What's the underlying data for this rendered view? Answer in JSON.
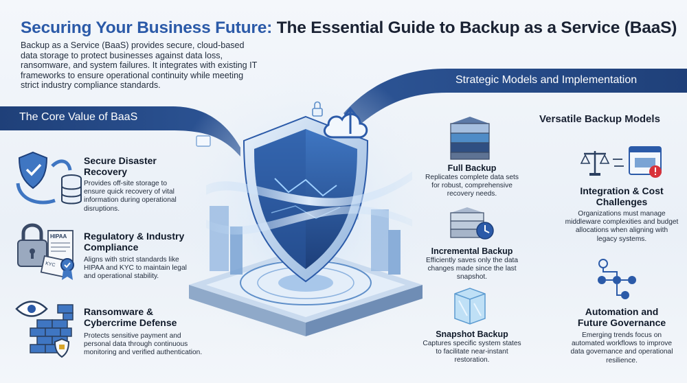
{
  "title": {
    "part1": "Securing Your Business Future:",
    "part2": "The Essential Guide to Backup as a Service (BaaS)"
  },
  "intro": "Backup as a Service (BaaS) provides secure, cloud-based data storage to protect businesses against data loss, ransomware, and system failures. It integrates with existing IT frameworks to ensure operational continuity while meeting strict industry compliance standards.",
  "bands": {
    "left_label": "The Core Value of BaaS",
    "right_label": "Strategic Models and Implementation"
  },
  "core_values": [
    {
      "icon": "shield-database-icon",
      "title": "Secure Disaster Recovery",
      "desc": "Provides off-site storage to ensure quick recovery of vital information during operational disruptions."
    },
    {
      "icon": "lock-certificate-icon",
      "title": "Regulatory & Industry Compliance",
      "desc": "Aligns with strict standards like HIPAA and KYC to maintain legal and operational stability."
    },
    {
      "icon": "firewall-eye-icon",
      "title": "Ransomware & Cybercrime Defense",
      "desc": "Protects sensitive payment and personal data through continuous monitoring and verified authentication."
    }
  ],
  "doc_labels": {
    "hipaa": "HIPAA",
    "kyc": "KYC"
  },
  "models_heading": "Versatile Backup Models",
  "models": [
    {
      "icon": "server-stack-icon",
      "title": "Full Backup",
      "desc": "Replicates complete data sets for robust, comprehensive recovery needs."
    },
    {
      "icon": "server-clock-icon",
      "title": "Incremental Backup",
      "desc": "Efficiently saves only the data changes made since the last snapshot."
    },
    {
      "icon": "snapshot-cube-icon",
      "title": "Snapshot Backup",
      "desc": "Captures specific system states to facilitate near-instant restoration."
    }
  ],
  "implementation": [
    {
      "icon": "scale-warning-icon",
      "title": "Integration & Cost Challenges",
      "desc": "Organizations must manage middleware complexities and budget allocations when aligning with legacy systems."
    },
    {
      "icon": "workflow-nodes-icon",
      "title": "Automation and Future Governance",
      "desc": "Emerging trends focus on automated workflows to improve data governance and operational resilience."
    }
  ],
  "colors": {
    "accent_blue": "#2b5aa8",
    "band_navy": "#24477f",
    "alert_red": "#d8323a"
  }
}
